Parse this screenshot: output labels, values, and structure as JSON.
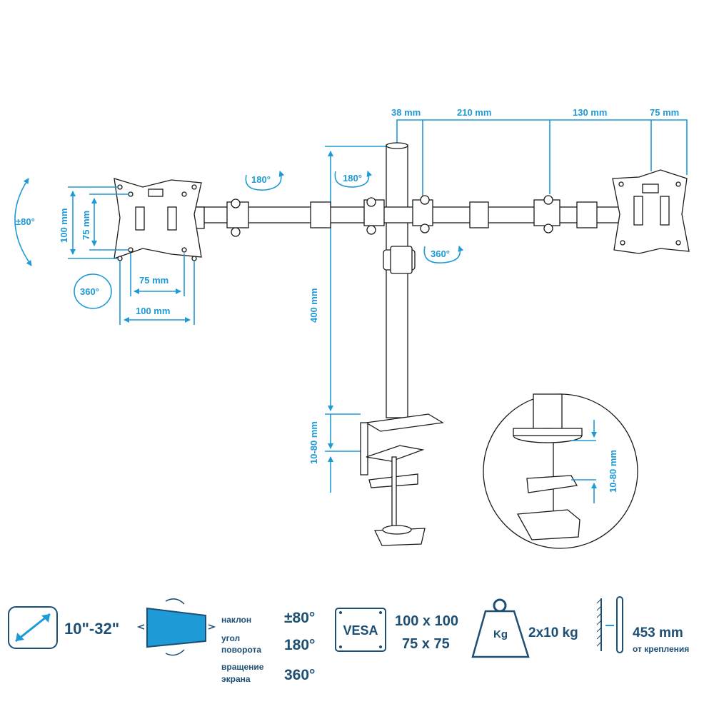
{
  "colors": {
    "accent": "#1e9ad6",
    "spec_text": "#1d4e73",
    "drawing": "#1a1a1a"
  },
  "dimensions": {
    "top_38": "38 mm",
    "top_210": "210 mm",
    "top_130": "130 mm",
    "top_75": "75 mm",
    "pole_height": "400 mm",
    "clamp_range": "10-80 mm",
    "detail_clamp_range": "10-80 mm",
    "vesa_h_100": "100 mm",
    "vesa_h_75": "75 mm",
    "vesa_w_75": "75 mm",
    "vesa_w_100": "100 mm"
  },
  "rotations": {
    "tilt": "±80°",
    "swivel_arm": "180°",
    "swivel_pole": "180°",
    "rotate_screen": "360°",
    "rotate_pole": "360°"
  },
  "specs": {
    "screen_size": "10\"-32\"",
    "tilt_label": "наклон",
    "tilt_value": "±80°",
    "swivel_label_1": "угол",
    "swivel_label_2": "поворота",
    "swivel_value": "180°",
    "rotation_label_1": "вращение",
    "rotation_label_2": "экрана",
    "rotation_value": "360°",
    "vesa_logo": "VESA",
    "vesa_1": "100 x 100",
    "vesa_2": "75 x 75",
    "weight_icon_label": "Kg",
    "weight": "2x10 kg",
    "reach": "453 mm",
    "reach_label": "от крепления"
  },
  "icons": [
    "diagonal-size-icon",
    "monitor-rotate-icon",
    "vesa-icon",
    "weight-icon",
    "wall-reach-icon"
  ]
}
